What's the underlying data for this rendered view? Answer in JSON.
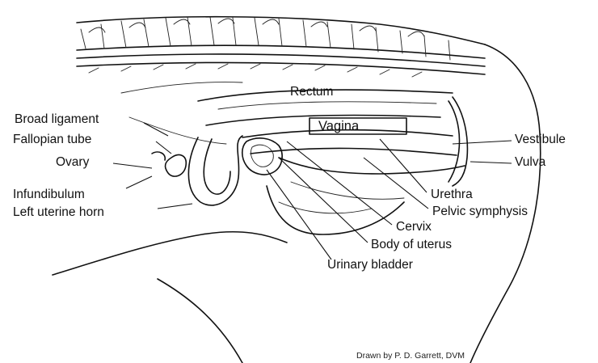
{
  "diagram": {
    "labels": {
      "rectum": "Rectum",
      "vagina": "Vagina",
      "broad_ligament": "Broad ligament",
      "fallopian_tube": "Fallopian tube",
      "ovary": "Ovary",
      "infundibulum": "Infundibulum",
      "left_uterine_horn": "Left uterine horn",
      "vestibule": "Vestibule",
      "vulva": "Vulva",
      "urethra": "Urethra",
      "pelvic_symphysis": "Pelvic symphysis",
      "cervix": "Cervix",
      "body_of_uterus": "Body of uterus",
      "urinary_bladder": "Urinary bladder"
    },
    "credit": "Drawn by P. D. Garrett, DVM"
  }
}
